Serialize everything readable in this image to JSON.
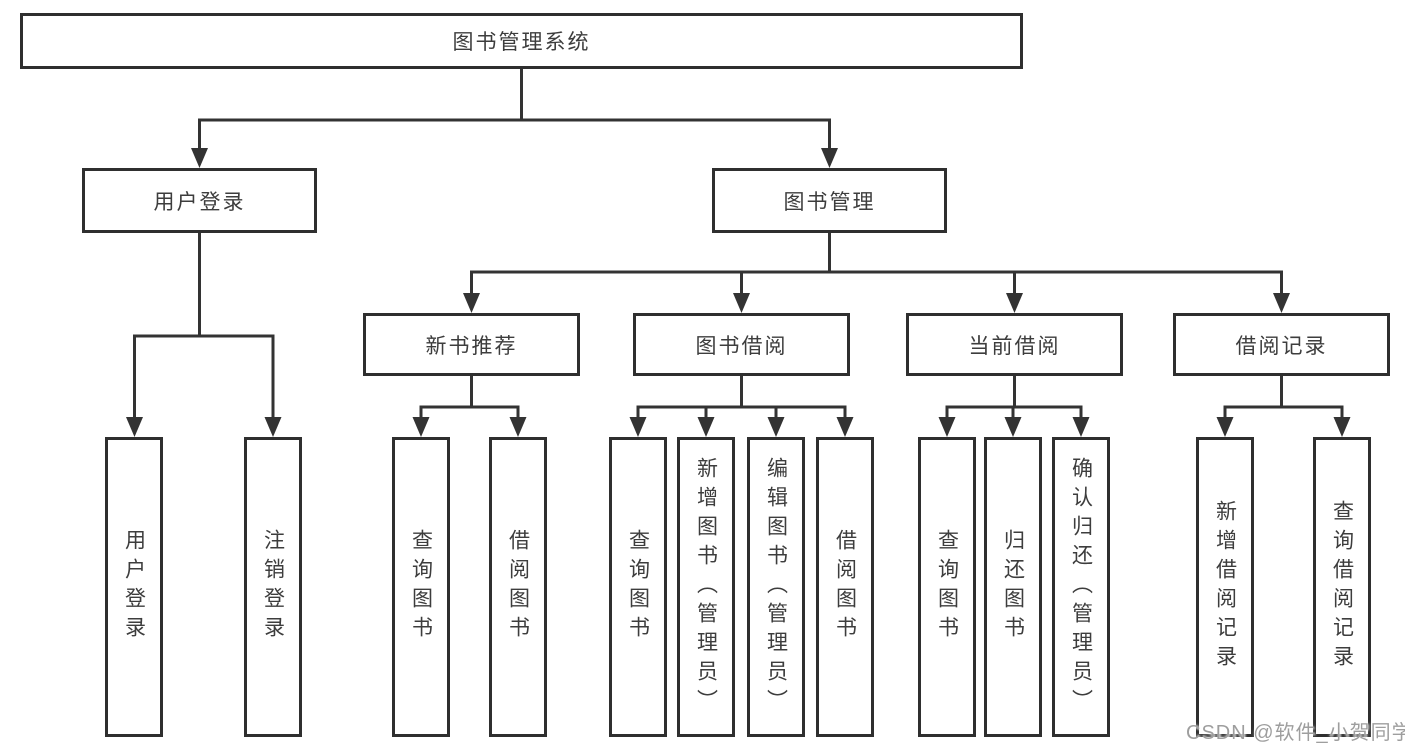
{
  "tree": {
    "root": {
      "label": "图书管理系统"
    },
    "branches": [
      {
        "label": "用户登录",
        "children": [
          {
            "label": "用户登录"
          },
          {
            "label": "注销登录"
          }
        ]
      },
      {
        "label": "图书管理",
        "groups": [
          {
            "label": "新书推荐",
            "children": [
              {
                "label": "查询图书"
              },
              {
                "label": "借阅图书"
              }
            ]
          },
          {
            "label": "图书借阅",
            "children": [
              {
                "label": "查询图书"
              },
              {
                "label": "新增图书（管理员）"
              },
              {
                "label": "编辑图书（管理员）"
              },
              {
                "label": "借阅图书"
              }
            ]
          },
          {
            "label": "当前借阅",
            "children": [
              {
                "label": "查询图书"
              },
              {
                "label": "归还图书"
              },
              {
                "label": "确认归还（管理员）"
              }
            ]
          },
          {
            "label": "借阅记录",
            "children": [
              {
                "label": "新增借阅记录"
              },
              {
                "label": "查询借阅记录"
              }
            ]
          }
        ]
      }
    ]
  },
  "watermark": {
    "text": "CSDN @软件_小贺同学"
  },
  "colors": {
    "line": "#333333",
    "box_border": "#2f2f2f",
    "label_text": "#3d3d3d",
    "watermark_text": "#9e9e9e",
    "background": "#ffffff"
  }
}
